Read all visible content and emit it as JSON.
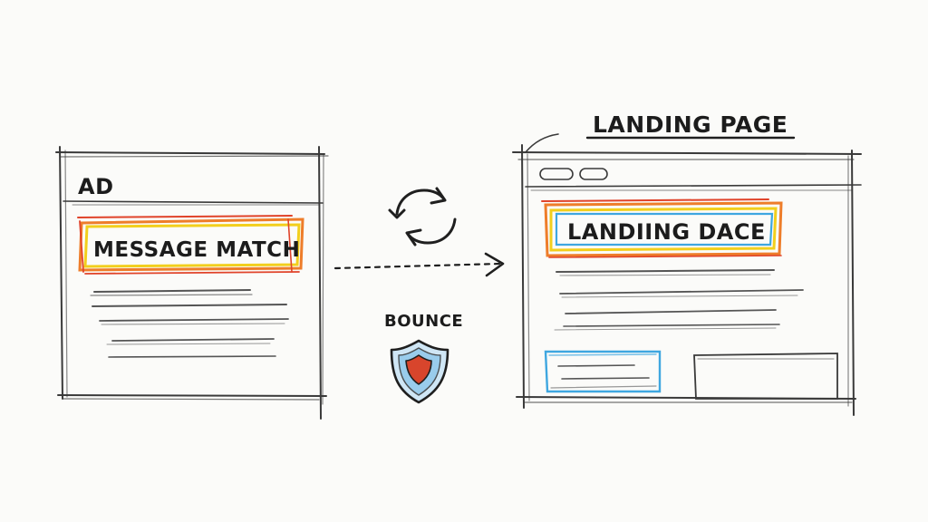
{
  "ad": {
    "label": "AD",
    "headline": "MESSAGE MATCH"
  },
  "landing": {
    "title": "LANDING PAGE",
    "headline": "LANDIING DACE"
  },
  "middle": {
    "bounce_label": "BOUNCE",
    "sync_icon": "sync-arrows-icon",
    "shield_icon": "shield-icon"
  },
  "colors": {
    "pencil": "#2a2a2a",
    "highlight_yellow": "#f2cf1d",
    "highlight_orange": "#ee7d2a",
    "highlight_red": "#e0432a",
    "highlight_blue": "#3fa7e0",
    "shield_red": "#d8452c"
  }
}
